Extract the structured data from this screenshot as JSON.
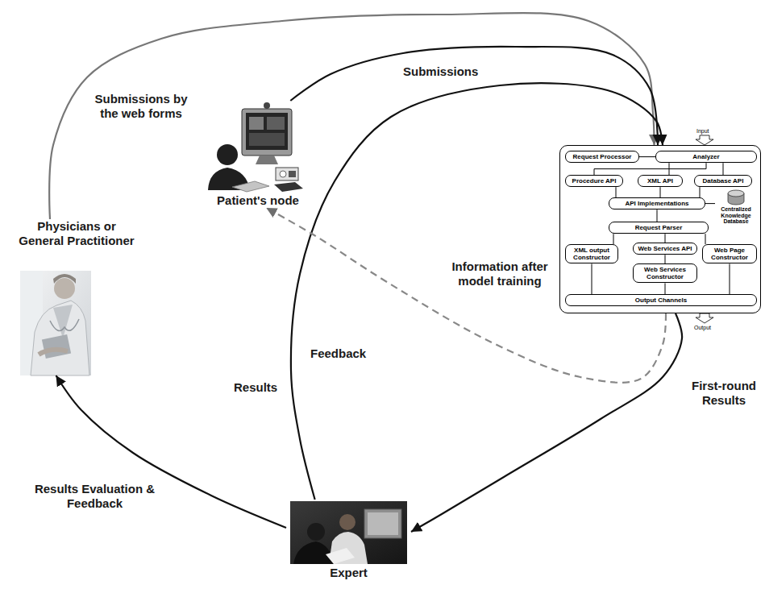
{
  "diagram": {
    "nodes": [
      {
        "text": [
          "Physicians or General Practitioner"
        ]
      },
      {
        "text": [
          "Patient's node"
        ]
      },
      {
        "text": []
      },
      {
        "text": [
          "Request Processor"
        ],
        "in": 2
      },
      {
        "text": [
          "Analyzer"
        ],
        "in": 2
      },
      {
        "text": [
          "Procedure API"
        ],
        "in": 2
      },
      {
        "text": [
          "XML API"
        ],
        "in": 2
      },
      {
        "text": [
          "Database API"
        ],
        "in": 2
      },
      {
        "text": [
          "API Implementations"
        ],
        "in": 2
      },
      {
        "text": [
          "Centralized Knowledge Database"
        ],
        "in": 2
      },
      {
        "text": [
          "Request Parser"
        ],
        "in": 2
      },
      {
        "text": [
          "Web Services API"
        ],
        "in": 2
      },
      {
        "text": [
          "XML output Constructor"
        ],
        "in": 2
      },
      {
        "text": [
          "Web Services Constructor"
        ],
        "in": 2
      },
      {
        "text": [
          "Web Page Constructor"
        ],
        "in": 2
      },
      {
        "text": [
          "Output Channels"
        ],
        "in": 2
      },
      {
        "text": [
          "Expert"
        ]
      }
    ],
    "edges": [
      {
        "from": 0,
        "to": 2,
        "label": "Submissions by the web forms",
        "arrow": "to"
      },
      {
        "from": 1,
        "to": 2,
        "label": "Submissions",
        "arrow": "to"
      },
      {
        "from": 16,
        "to": 2,
        "label": "Feedback",
        "arrow": "to"
      },
      {
        "from": 2,
        "to": 16,
        "label": "First-round Results",
        "arrow": "to"
      },
      {
        "from": 2,
        "to": 1,
        "label": "Information after model training",
        "arrow": "to"
      },
      {
        "from": 16,
        "to": 0,
        "label": "Results Evaluation & Feedback",
        "arrow": "to"
      },
      {
        "from": 4,
        "to": 3,
        "arrow": "none"
      },
      {
        "from": 4,
        "to": 5,
        "arrow": "none"
      },
      {
        "from": 4,
        "to": 6,
        "arrow": "none"
      },
      {
        "from": 4,
        "to": 7,
        "arrow": "none"
      },
      {
        "from": 5,
        "to": 8,
        "arrow": "none"
      },
      {
        "from": 6,
        "to": 8,
        "arrow": "none"
      },
      {
        "from": 7,
        "to": 8,
        "arrow": "none"
      },
      {
        "from": 8,
        "to": 9,
        "arrow": "none"
      },
      {
        "from": 8,
        "to": 10,
        "arrow": "none"
      },
      {
        "from": 10,
        "to": 11,
        "arrow": "none"
      },
      {
        "from": 10,
        "to": 12,
        "arrow": "none"
      },
      {
        "from": 10,
        "to": 14,
        "arrow": "none"
      },
      {
        "from": 11,
        "to": 13,
        "arrow": "none"
      },
      {
        "from": 12,
        "to": 15,
        "arrow": "none"
      },
      {
        "from": 13,
        "to": 15,
        "arrow": "none"
      },
      {
        "from": 14,
        "to": 15,
        "arrow": "none"
      }
    ],
    "labels": [
      "Input",
      "Output",
      "Results"
    ]
  }
}
